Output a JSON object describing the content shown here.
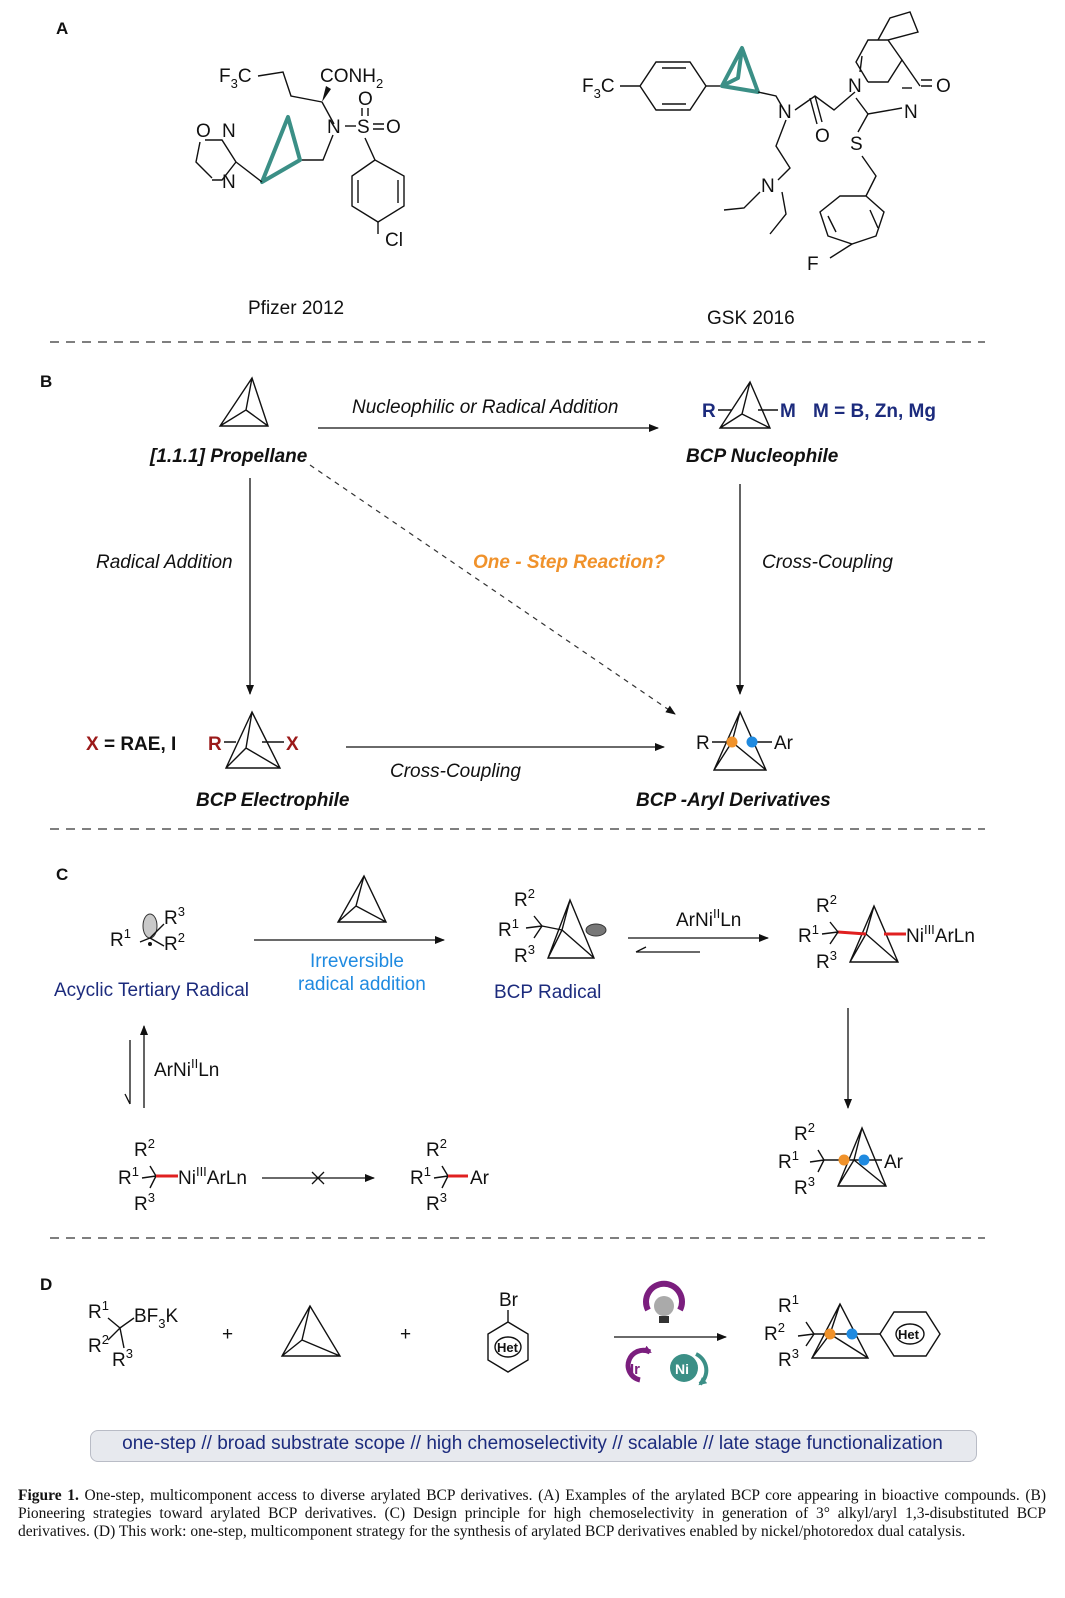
{
  "panels": {
    "a": "A",
    "b": "B",
    "c": "C",
    "d": "D"
  },
  "panel_a": {
    "pfizer": {
      "cf3": "F",
      "cf3_sub": "3",
      "cf3_c": "C",
      "conh": "CONH",
      "conh_sub": "2",
      "n_sulfonamide": "N",
      "s": "S",
      "o_top": "O",
      "o_right": "O",
      "ring_o": "O",
      "ring_n1": "N",
      "ring_n2": "N",
      "cl": "Cl",
      "label": "Pfizer  2012"
    },
    "gsk": {
      "cf3": "F",
      "cf3_sub": "3",
      "cf3_c": "C",
      "n_amide": "N",
      "o_amide": "O",
      "n_amine": "N",
      "n_ring1": "N",
      "n_ring2": "N",
      "o_ring": "O",
      "s": "S",
      "f": "F",
      "label": "GSK 2016"
    }
  },
  "panel_b": {
    "propellane": "[1.1.1] Propellane",
    "nucleophilic": "Nucleophilic or Radical Addition",
    "nuc_r": "R",
    "nuc_m": "M",
    "m_def": "M = B, Zn, Mg",
    "bcp_nucleophile": "BCP Nucleophile",
    "radical_addition": "Radical Addition",
    "one_step": "One - Step Reaction?",
    "cross_coupling_right": "Cross-Coupling",
    "x_def_x": "X",
    "x_def": " = RAE, I",
    "elec_r": "R",
    "elec_x": "X",
    "bcp_electrophile": "BCP Electrophile",
    "cross_coupling_bottom": "Cross-Coupling",
    "aryl_r": "R",
    "aryl_ar": "Ar",
    "bcp_aryl": "BCP -Aryl Derivatives"
  },
  "panel_c": {
    "r1": "R",
    "r1_sup": "1",
    "r2": "R",
    "r2_sup": "2",
    "r3": "R",
    "r3_sup": "3",
    "acyclic_tertiary": "Acyclic Tertiary Radical",
    "irreversible": "Irreversible",
    "radical_addition": "radical addition",
    "bcp_radical": "BCP Radical",
    "arni": "ArNi",
    "arni_sup": "II",
    "ln": "Ln",
    "ni": "Ni",
    "ni_sup": "III",
    "arln": "ArLn",
    "ar": "Ar"
  },
  "panel_d": {
    "bf3k": "BF",
    "bf3k_sub": "3",
    "bf3k_k": "K",
    "plus": "+",
    "br": "Br",
    "het": "Het",
    "ir": "Ir",
    "ni": "Ni",
    "keywords": "one-step // broad substrate scope // high chemoselectivity // scalable // late stage functionalization"
  },
  "caption": {
    "bold": "Figure 1.",
    "text": " One-step, multicomponent access to diverse arylated BCP derivatives. (A) Examples of the arylated BCP core appearing in bioactive compounds. (B) Pioneering strategies toward arylated BCP derivatives. (C) Design principle for high chemoselectivity in generation of 3° alkyl/aryl 1,3-disubstituted BCP derivatives. (D) This work: one-step, multicomponent strategy for the synthesis of arylated BCP derivatives enabled by nickel/photoredox dual catalysis."
  },
  "colors": {
    "navy": "#1c2b7d",
    "blue": "#1f8ae0",
    "orange": "#f0922b",
    "teal": "#3b8f86",
    "red": "#e02020",
    "purple": "#7b1e7e",
    "dark_red": "#9b1a1a"
  }
}
